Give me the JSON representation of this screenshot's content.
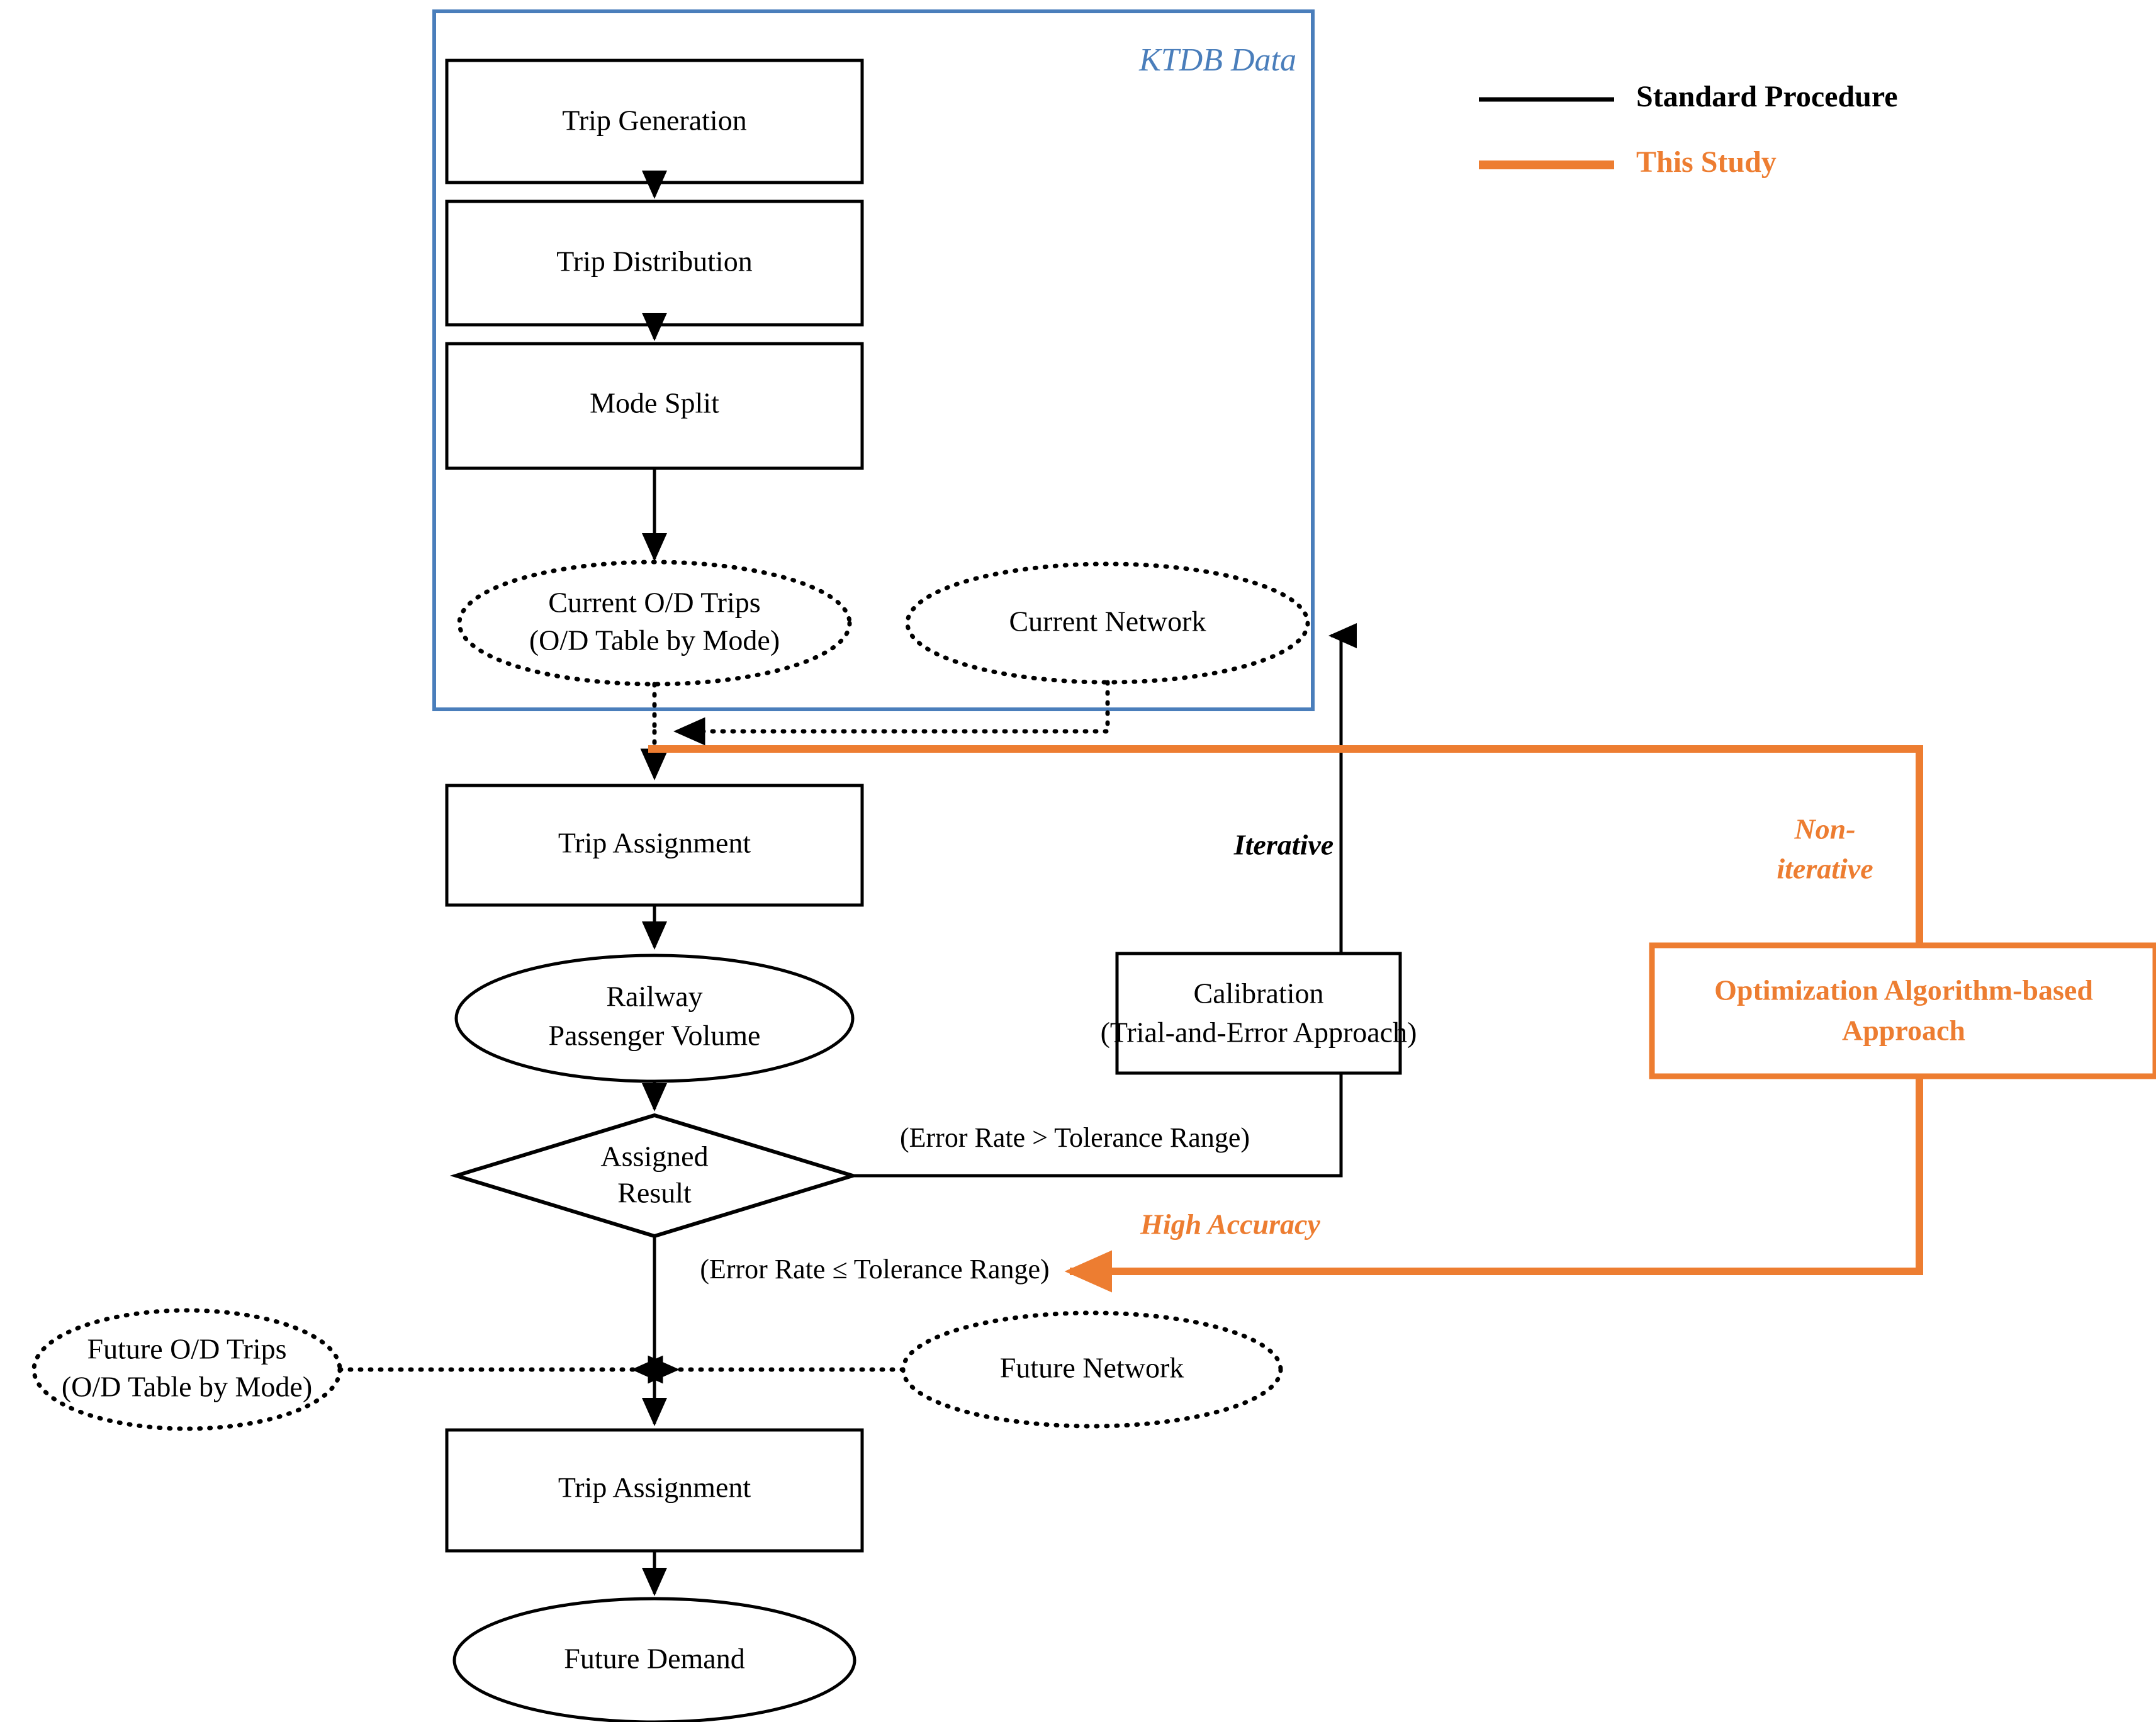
{
  "diagram": {
    "title": "Railway demand forecasting procedure flowchart",
    "colors": {
      "standard": "#000000",
      "this_study": "#ED7D31",
      "group_frame": "#4A7EBB"
    },
    "group": {
      "label": "KTDB Data"
    },
    "legend": {
      "items": [
        {
          "label": "Standard Procedure",
          "color": "#000000"
        },
        {
          "label": "This Study",
          "color": "#ED7D31"
        }
      ]
    },
    "nodes": {
      "trip_generation": {
        "label": "Trip Generation",
        "shape": "box"
      },
      "trip_distribution": {
        "label": "Trip Distribution",
        "shape": "box"
      },
      "mode_split": {
        "label": "Mode Split",
        "shape": "box"
      },
      "current_od_trips": {
        "label_line1": "Current O/D Trips",
        "label_line2": "(O/D Table by Mode)",
        "shape": "ellipse-dotted"
      },
      "current_network": {
        "label": "Current Network",
        "shape": "ellipse-dotted"
      },
      "trip_assignment_current": {
        "label": "Trip Assignment",
        "shape": "box"
      },
      "railway_passenger_volume": {
        "label_line1": "Railway",
        "label_line2": "Passenger Volume",
        "shape": "ellipse"
      },
      "assigned_result": {
        "label_line1": "Assigned",
        "label_line2": "Result",
        "shape": "diamond"
      },
      "calibration": {
        "label_line1": "Calibration",
        "label_line2": "(Trial-and-Error Approach)",
        "shape": "box"
      },
      "optimization": {
        "label_line1": "Optimization Algorithm-based",
        "label_line2": "Approach",
        "shape": "box-orange"
      },
      "future_od_trips": {
        "label_line1": "Future O/D Trips",
        "label_line2": "(O/D Table by Mode)",
        "shape": "ellipse-dotted"
      },
      "future_network": {
        "label": "Future Network",
        "shape": "ellipse-dotted"
      },
      "trip_assignment_future": {
        "label": "Trip Assignment",
        "shape": "box"
      },
      "future_demand": {
        "label": "Future Demand",
        "shape": "ellipse"
      }
    },
    "edge_labels": {
      "iterative": "Iterative",
      "non_iterative_line1": "Non-",
      "non_iterative_line2": "iterative",
      "error_above": "(Error Rate > Tolerance Range)",
      "error_below": "(Error Rate ≤ Tolerance Range)",
      "high_accuracy": "High Accuracy"
    }
  }
}
